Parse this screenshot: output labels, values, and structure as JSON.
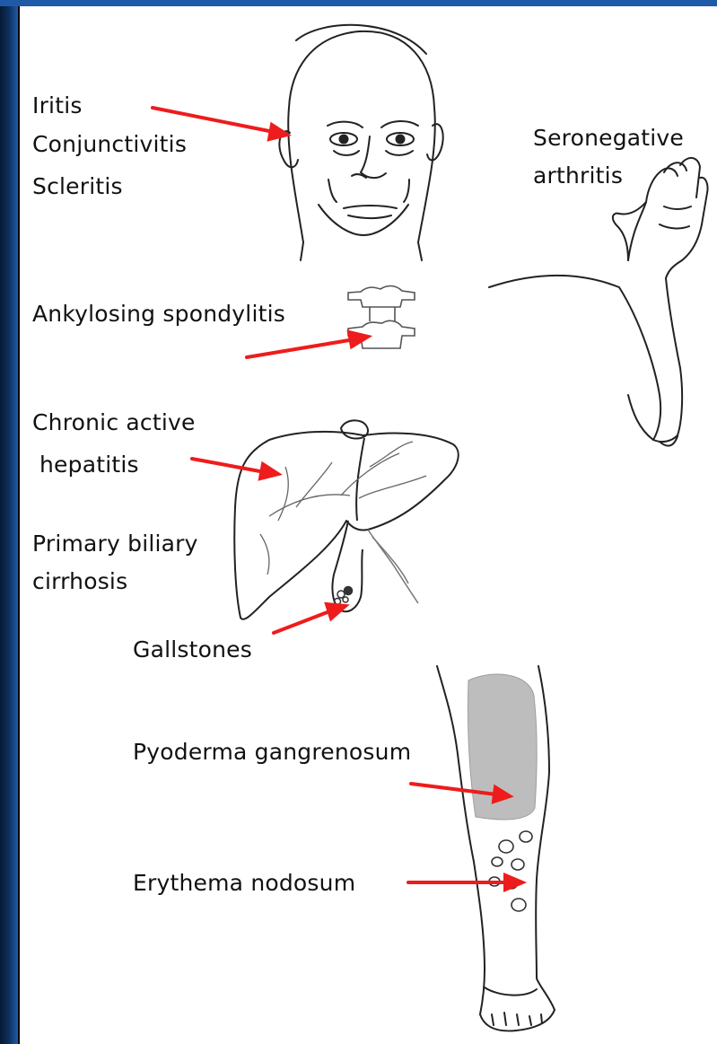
{
  "colors": {
    "arrow": "#ee1c1c",
    "ink": "#222222",
    "background_border": "#1e5aa8",
    "lesion": "#bdbdbd"
  },
  "labels": {
    "eye": [
      "Iritis",
      "Conjunctivitis",
      "Scleritis"
    ],
    "arthritis": [
      "Seronegative",
      "arthritis"
    ],
    "spine": "Ankylosing spondylitis",
    "hepatitis": [
      "Chronic active",
      "hepatitis"
    ],
    "biliary": [
      "Primary biliary",
      "cirrhosis"
    ],
    "gallstones": "Gallstones",
    "pyoderma": "Pyoderma gangrenosum",
    "erythema": "Erythema nodosum"
  },
  "illustrations": [
    "head",
    "arm-hand",
    "vertebrae",
    "liver-gallbladder",
    "leg"
  ]
}
